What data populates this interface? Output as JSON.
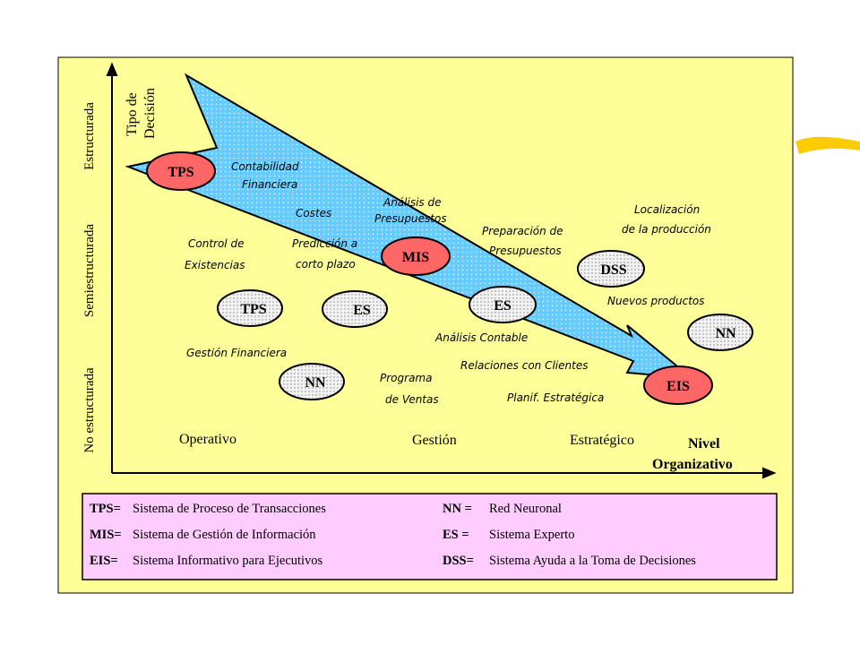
{
  "axes": {
    "y_title": [
      "Tipo de",
      "Decisión"
    ],
    "y_levels": [
      "Estructurada",
      "Semiestructurada",
      "No estructurada"
    ],
    "x_levels": [
      "Operativo",
      "Gestión",
      "Estratégico"
    ],
    "x_title": [
      "Nivel",
      "Organizativo"
    ]
  },
  "nodes": [
    {
      "id": "tps-top",
      "label": "TPS",
      "style": "red"
    },
    {
      "id": "mis",
      "label": "MIS",
      "style": "red"
    },
    {
      "id": "es-arrow",
      "label": "ES",
      "style": "gray"
    },
    {
      "id": "eis",
      "label": "EIS",
      "style": "red"
    },
    {
      "id": "tps-op",
      "label": "TPS",
      "style": "gray"
    },
    {
      "id": "es-op",
      "label": "ES",
      "style": "gray"
    },
    {
      "id": "nn-op",
      "label": "NN",
      "style": "gray"
    },
    {
      "id": "dss",
      "label": "DSS",
      "style": "gray"
    },
    {
      "id": "nn-str",
      "label": "NN",
      "style": "gray"
    }
  ],
  "annotations": {
    "contabilidad": [
      "Contabilidad",
      "Financiera"
    ],
    "costes": "Costes",
    "analisis_presupuestos": [
      "Análisis de",
      "Presupuestos"
    ],
    "control_existencias": [
      "Control de",
      "Existencias"
    ],
    "prediccion": [
      "Predicción a",
      "corto plazo"
    ],
    "preparacion": [
      "Preparación de",
      "Presupuestos"
    ],
    "localizacion": [
      "Localización",
      "de la producción"
    ],
    "nuevos_productos": "Nuevos productos",
    "gestion_financiera": "Gestión Financiera",
    "analisis_contable": "Análisis Contable",
    "relaciones": "Relaciones con Clientes",
    "programa_ventas": [
      "Programa",
      "de Ventas"
    ],
    "planif": "Planif. Estratégica"
  },
  "legend": [
    {
      "abbr": "TPS=",
      "text": "Sistema de Proceso de Transacciones"
    },
    {
      "abbr": "MIS=",
      "text": "Sistema de Gestión de Información"
    },
    {
      "abbr": "EIS=",
      "text": "Sistema Informativo para Ejecutivos"
    },
    {
      "abbr": "NN =",
      "text": "Red Neuronal"
    },
    {
      "abbr": "ES =",
      "text": "Sistema Experto"
    },
    {
      "abbr": "DSS=",
      "text": "Sistema Ayuda a la Toma de Decisiones"
    }
  ],
  "colors": {
    "panel": "#ffff99",
    "legend_bg": "#ffccff",
    "arrow": "#66ccff",
    "red_node": "#ff6666",
    "gray_node": "#dddddd",
    "accent_stroke": "#ffcc00"
  }
}
